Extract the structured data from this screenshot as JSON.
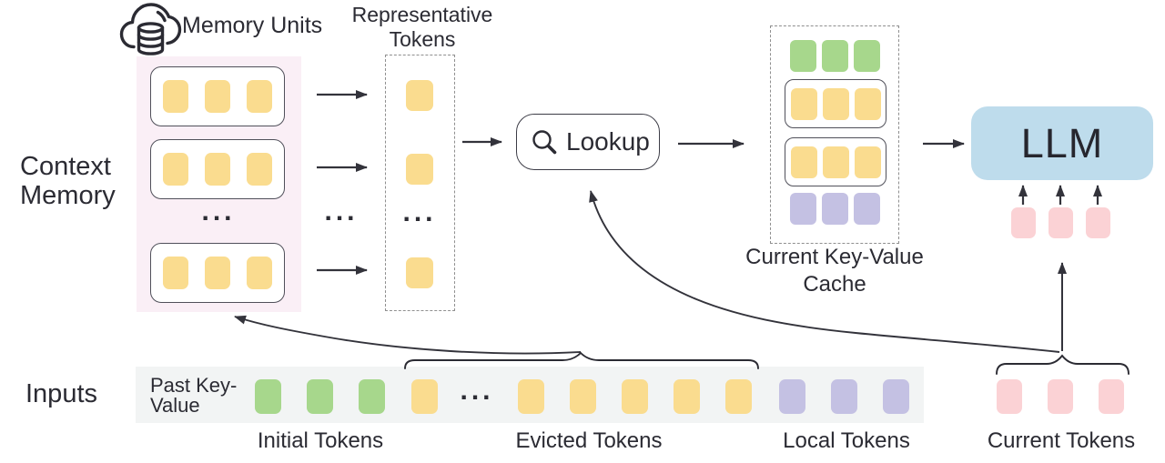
{
  "labels": {
    "memory_units": "Memory Units",
    "representative_tokens": "Representative Tokens",
    "context_memory": "Context Memory",
    "lookup": "Lookup",
    "current_kv_cache": "Current Key-Value Cache",
    "llm": "LLM",
    "inputs": "Inputs",
    "past_kv": "Past Key-Value",
    "initial_tokens": "Initial Tokens",
    "evicted_tokens": "Evicted Tokens",
    "local_tokens": "Local Tokens",
    "current_tokens": "Current Tokens",
    "ellipsis": "..."
  },
  "icons": {
    "cloud_database": "cloud-database-icon",
    "lookup_magnifier": "search-icon"
  },
  "colors": {
    "token_yellow": "#fadc8f",
    "token_green": "#a7d78c",
    "token_purple": "#c4c1e3",
    "token_pink": "#fbd2d5",
    "llm_blue": "#bedcec",
    "memory_panel_pink": "#faeff6",
    "strip_gray": "#f2f4f4",
    "ink": "#2b2b33",
    "dashed_border_gray": "#8f8f8f"
  },
  "token_groups": {
    "unit_row": {
      "count": 3,
      "color": "#fadc8f"
    },
    "rep_single": {
      "count": 1,
      "color": "#fadc8f"
    },
    "cache_green": {
      "count": 3,
      "color": "#a7d78c"
    },
    "cache_yellow": {
      "count": 3,
      "color": "#fadc8f"
    },
    "cache_purple": {
      "count": 3,
      "color": "#c4c1e3"
    },
    "llm_inputs": {
      "count": 3,
      "color": "#fbd2d5"
    },
    "strip_initial": {
      "count": 3,
      "color": "#a7d78c"
    },
    "strip_evicted_head": {
      "count": 1,
      "color": "#fadc8f"
    },
    "strip_evicted_tail": {
      "count": 5,
      "color": "#fadc8f"
    },
    "strip_local": {
      "count": 3,
      "color": "#c4c1e3"
    },
    "strip_current": {
      "count": 3,
      "color": "#fbd2d5"
    }
  }
}
